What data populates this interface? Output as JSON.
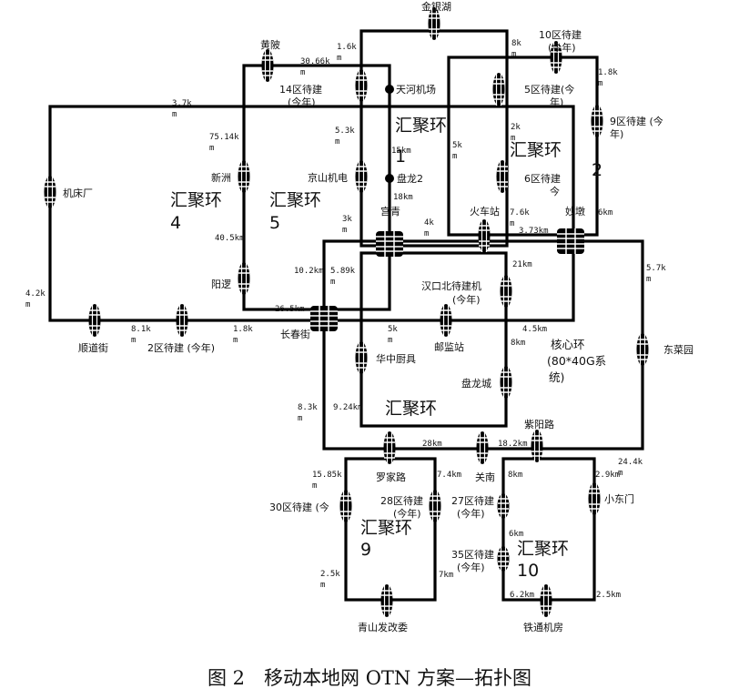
{
  "caption": "图 2　移动本地网 OTN 方案—拓扑图",
  "rings": {
    "r1": [
      "汇聚环",
      "1"
    ],
    "r2": [
      "汇聚环",
      "2"
    ],
    "r4": [
      "汇聚环",
      "4"
    ],
    "r5": [
      "汇聚环",
      "5"
    ],
    "r6": [
      "汇聚环"
    ],
    "r9": [
      "汇聚环",
      "9"
    ],
    "r10": [
      "汇聚环",
      "10"
    ],
    "core": [
      "核心环",
      "(80*40G系",
      "统)"
    ]
  },
  "nodes": {
    "jinyinhu": "金银湖",
    "huangpi": "黄陂",
    "q10": [
      "10区待建",
      "(今年)"
    ],
    "q14": [
      "14区待建",
      "(今年)"
    ],
    "tianhe": "天河机场",
    "q5": [
      "5区待建(今",
      "年)"
    ],
    "q9": [
      "9区待建 (今",
      "年)"
    ],
    "jichuang": "机床厂",
    "xinzhou": "新洲",
    "jingshan": "京山机电",
    "panlong2": "盘龙2",
    "q6": [
      "6区待建",
      "今"
    ],
    "gongqing": "宫青",
    "huochezhan": "火车站",
    "miaodun": "妙墩",
    "yangluo": "阳逻",
    "hankoubei": [
      "汉口北待建机",
      "(今年)"
    ],
    "shundaojie": "顺道街",
    "q2": "2区待建 (今年)",
    "changchunjie": "长春街",
    "youjianzhan": "邮监站",
    "dongcaiyuan": "东菜园",
    "huazhong": "华中厨具",
    "panlongcheng": "盘龙城",
    "ziyanglu": "紫阳路",
    "luojialu": "罗家路",
    "guannan": "关南",
    "xiaodongmen": "小东门",
    "q30": "30区待建 (今",
    "q28": [
      "28区待建",
      "(今年)"
    ],
    "q27": [
      "27区待建",
      "(今年)"
    ],
    "q35": [
      "35区待建",
      "(今年)"
    ],
    "qingshan": "青山发改委",
    "tietong": "铁通机房"
  },
  "distances": {
    "d1": [
      "1.6k",
      "m"
    ],
    "d2": [
      "8k",
      "m"
    ],
    "d3": [
      "30.66k",
      "m"
    ],
    "d4": [
      "1.8k",
      "m"
    ],
    "d5": [
      "3.7k",
      "m"
    ],
    "d6": [
      "75.14k",
      "m"
    ],
    "d7": [
      "5.3k",
      "m"
    ],
    "d8": [
      "15km"
    ],
    "d9": [
      "2k",
      "m"
    ],
    "d10": [
      "5k",
      "m"
    ],
    "d11": [
      "18km"
    ],
    "d12": [
      "3k",
      "m"
    ],
    "d13": [
      "4k",
      "m"
    ],
    "d14": [
      "7.6k",
      "m"
    ],
    "d15": [
      "3.73km"
    ],
    "d16": [
      "6km"
    ],
    "d17": [
      "40.5km"
    ],
    "d18": [
      "21km"
    ],
    "d19": [
      "5.7k",
      "m"
    ],
    "d20": [
      "4.2k",
      "m"
    ],
    "d21": [
      "10.2km"
    ],
    "d22": [
      "5.89k",
      "m"
    ],
    "d23": [
      "26.5km"
    ],
    "d24": [
      "8.1k",
      "m"
    ],
    "d25": [
      "1.8k",
      "m"
    ],
    "d26": [
      "5k",
      "m"
    ],
    "d27": [
      "4.5km"
    ],
    "d28": [
      "8km"
    ],
    "d29": [
      "8.3k",
      "m"
    ],
    "d30": [
      "9.24km"
    ],
    "d31": [
      "28km"
    ],
    "d32": [
      "18.2km"
    ],
    "d33": [
      "24.4k",
      "m"
    ],
    "d34": [
      "15.85k",
      "m"
    ],
    "d35": [
      "7.4km"
    ],
    "d36": [
      "8km"
    ],
    "d37": [
      "2.9km"
    ],
    "d38": [
      "6km"
    ],
    "d39": [
      "2.5k",
      "m"
    ],
    "d40": [
      "7km"
    ],
    "d41": [
      "6.2km"
    ],
    "d42": [
      "2.5km"
    ]
  }
}
